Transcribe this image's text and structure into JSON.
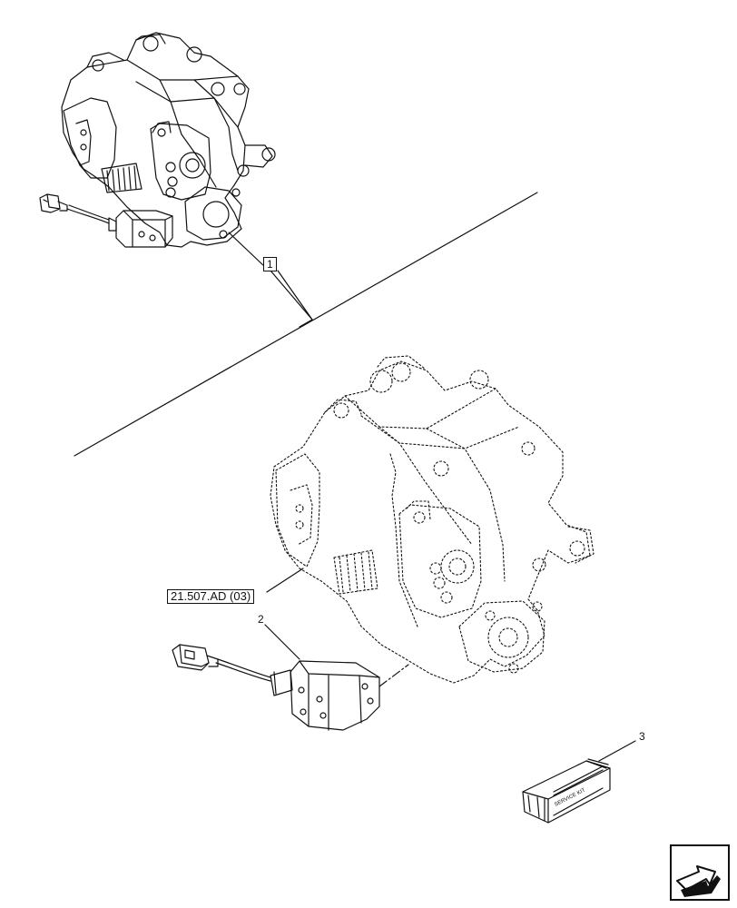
{
  "labels": {
    "item_1": "1",
    "item_2": "2",
    "item_3": "3",
    "reference": "21.507.AD (03)",
    "kit_text": "SERVICE KIT"
  },
  "icons": {
    "navigation": "arrow-next-page-icon"
  },
  "colors": {
    "line": "#111111",
    "background": "#ffffff"
  }
}
